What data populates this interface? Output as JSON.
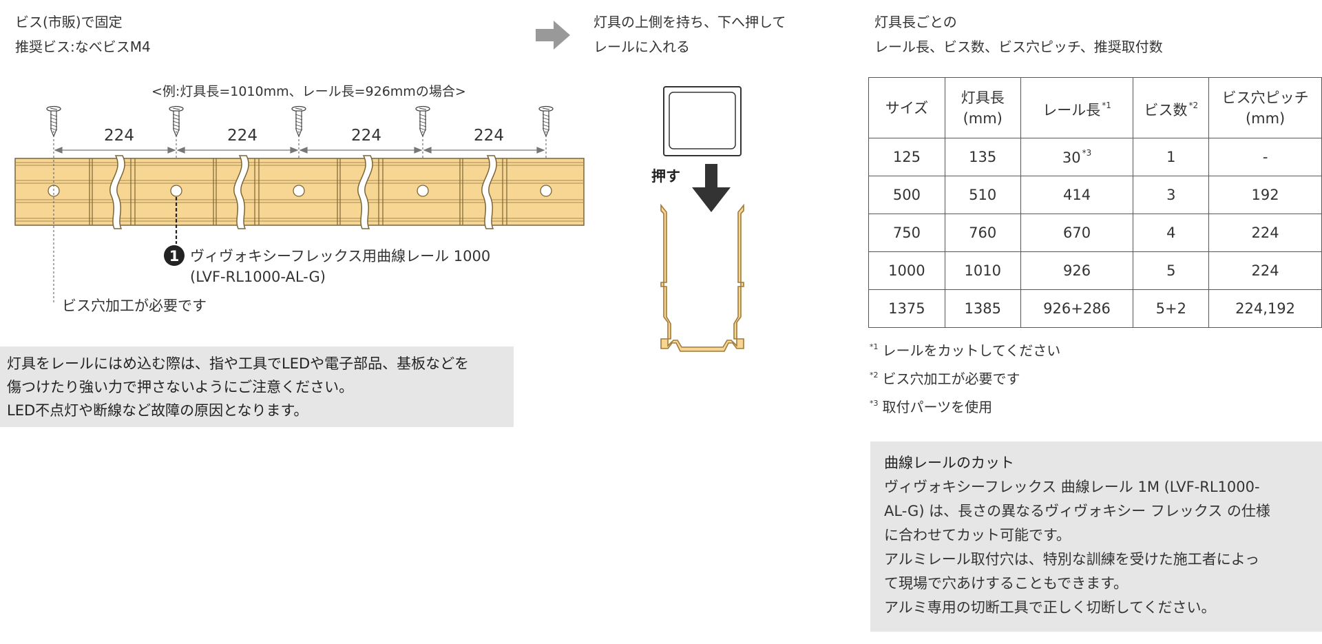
{
  "left": {
    "fix_line1": "ビス(市販)で固定",
    "fix_line2": "推奨ビス:なべビスM4",
    "example_caption": "<例:灯具長=1010mm、レール長=926mmの場合>",
    "pitch_labels": [
      "224",
      "224",
      "224",
      "224"
    ],
    "part_number": "1",
    "part_name": "ヴィヴォキシーフレックス用曲線レール 1000",
    "part_code": "(LVF-RL1000-AL-G)",
    "hole_note": "ビス穴加工が必要です",
    "warning": [
      "灯具をレールにはめ込む際は、指や工具でLEDや電子部品、基板などを",
      "傷つけたり強い力で押さないようにご注意ください。",
      "LED不点灯や断線など故障の原因となります。"
    ]
  },
  "middle": {
    "instruction_line1": "灯具の上側を持ち、下へ押して",
    "instruction_line2": "レールに入れる",
    "push_label": "押す",
    "arrow_icon": "right-arrow-icon"
  },
  "right": {
    "heading_line1": "灯具長ごとの",
    "heading_line2": "レール長、ビス数、ビス穴ピッチ、推奨取付数",
    "table": {
      "headers": [
        {
          "text": "サイズ",
          "sub": ""
        },
        {
          "text": "灯具長",
          "sub": "(mm)"
        },
        {
          "text": "レール長",
          "mark": "*1"
        },
        {
          "text": "ビス数",
          "mark": "*2"
        },
        {
          "text": "ビス穴ピッチ",
          "sub": "(mm)"
        }
      ],
      "rows": [
        {
          "size": "125",
          "fixture": "135",
          "rail": "30",
          "rail_mark": "*3",
          "screws": "1",
          "pitch": "-"
        },
        {
          "size": "500",
          "fixture": "510",
          "rail": "414",
          "screws": "3",
          "pitch": "192"
        },
        {
          "size": "750",
          "fixture": "760",
          "rail": "670",
          "screws": "4",
          "pitch": "224"
        },
        {
          "size": "1000",
          "fixture": "1010",
          "rail": "926",
          "screws": "5",
          "pitch": "224"
        },
        {
          "size": "1375",
          "fixture": "1385",
          "rail": "926+286",
          "screws": "5+2",
          "pitch": "224,192"
        }
      ]
    },
    "notes": [
      {
        "mark": "*1",
        "text": "レールをカットしてください"
      },
      {
        "mark": "*2",
        "text": "ビス穴加工が必要です"
      },
      {
        "mark": "*3",
        "text": "取付パーツを使用"
      }
    ],
    "cut_box": {
      "title": "曲線レールのカット",
      "lines": [
        "ヴィヴォキシーフレックス 曲線レール 1M (LVF-RL1000-",
        "AL-G) は、長さの異なるヴィヴォキシー フレックス の仕様",
        "に合わせてカット可能です。",
        "アルミレール取付穴は、特別な訓練を受けた施工者によっ",
        "て現場で穴あけすることもできます。",
        "アルミ専用の切断工具で正しく切断してください。"
      ]
    }
  },
  "colors": {
    "rail_fill": "#f7d592",
    "rail_stroke": "#7a6436",
    "profile_stroke": "#a07a3a",
    "arrow_gray": "#999999",
    "push_arrow": "#333333",
    "panel_gray": "#e6e6e6"
  }
}
